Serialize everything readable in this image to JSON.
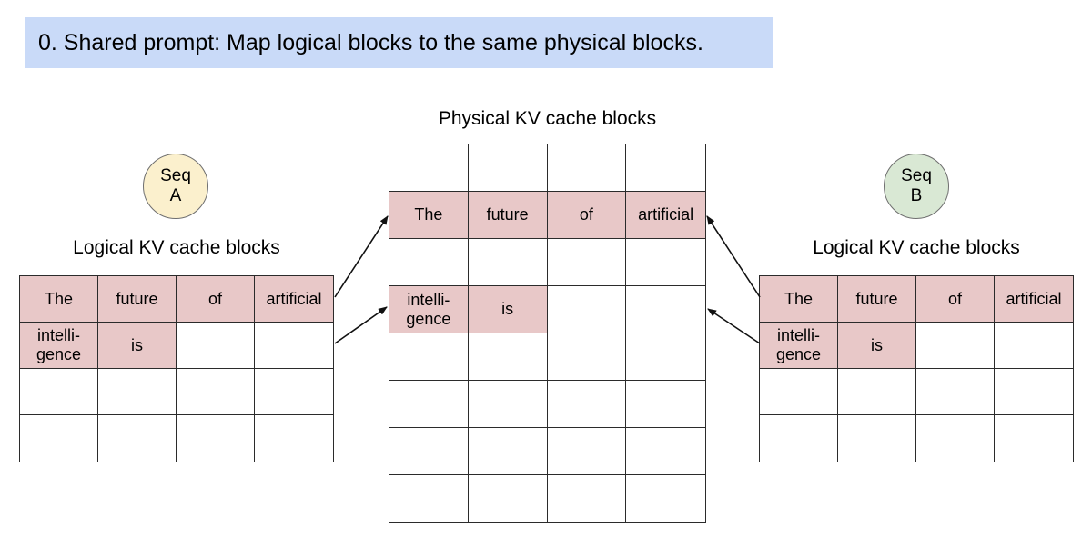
{
  "banner": {
    "text": "0. Shared prompt: Map logical blocks to the same physical blocks."
  },
  "sequences": {
    "a": {
      "line1": "Seq",
      "line2": "A"
    },
    "b": {
      "line1": "Seq",
      "line2": "B"
    }
  },
  "tables": {
    "logical_a": {
      "title": "Logical KV cache blocks",
      "rows": [
        [
          "The",
          "future",
          "of",
          "artificial"
        ],
        [
          "intelli-\ngence",
          "is",
          "",
          ""
        ],
        [
          "",
          "",
          "",
          ""
        ],
        [
          "",
          "",
          "",
          ""
        ]
      ]
    },
    "physical": {
      "title": "Physical KV cache blocks",
      "rows": [
        [
          "",
          "",
          "",
          ""
        ],
        [
          "The",
          "future",
          "of",
          "artificial"
        ],
        [
          "",
          "",
          "",
          ""
        ],
        [
          "intelli-\ngence",
          "is",
          "",
          ""
        ],
        [
          "",
          "",
          "",
          ""
        ],
        [
          "",
          "",
          "",
          ""
        ],
        [
          "",
          "",
          "",
          ""
        ],
        [
          "",
          "",
          "",
          ""
        ]
      ]
    },
    "logical_b": {
      "title": "Logical KV cache blocks",
      "rows": [
        [
          "The",
          "future",
          "of",
          "artificial"
        ],
        [
          "intelli-\ngence",
          "is",
          "",
          ""
        ],
        [
          "",
          "",
          "",
          ""
        ],
        [
          "",
          "",
          "",
          ""
        ]
      ]
    }
  },
  "arrows": [
    {
      "from": "seq_a_logical_row_1",
      "to": "physical_row_2"
    },
    {
      "from": "seq_a_logical_row_2",
      "to": "physical_row_4"
    },
    {
      "from": "seq_b_logical_row_1",
      "to": "physical_row_2"
    },
    {
      "from": "seq_b_logical_row_2",
      "to": "physical_row_4"
    }
  ],
  "colors": {
    "banner_bg": "#c9daf8",
    "filled_cell": "#e8c8c8",
    "seq_a_fill": "#fbf0cd",
    "seq_b_fill": "#d9e8d4",
    "border": "#2b2b2b",
    "arrow": "#111111"
  }
}
